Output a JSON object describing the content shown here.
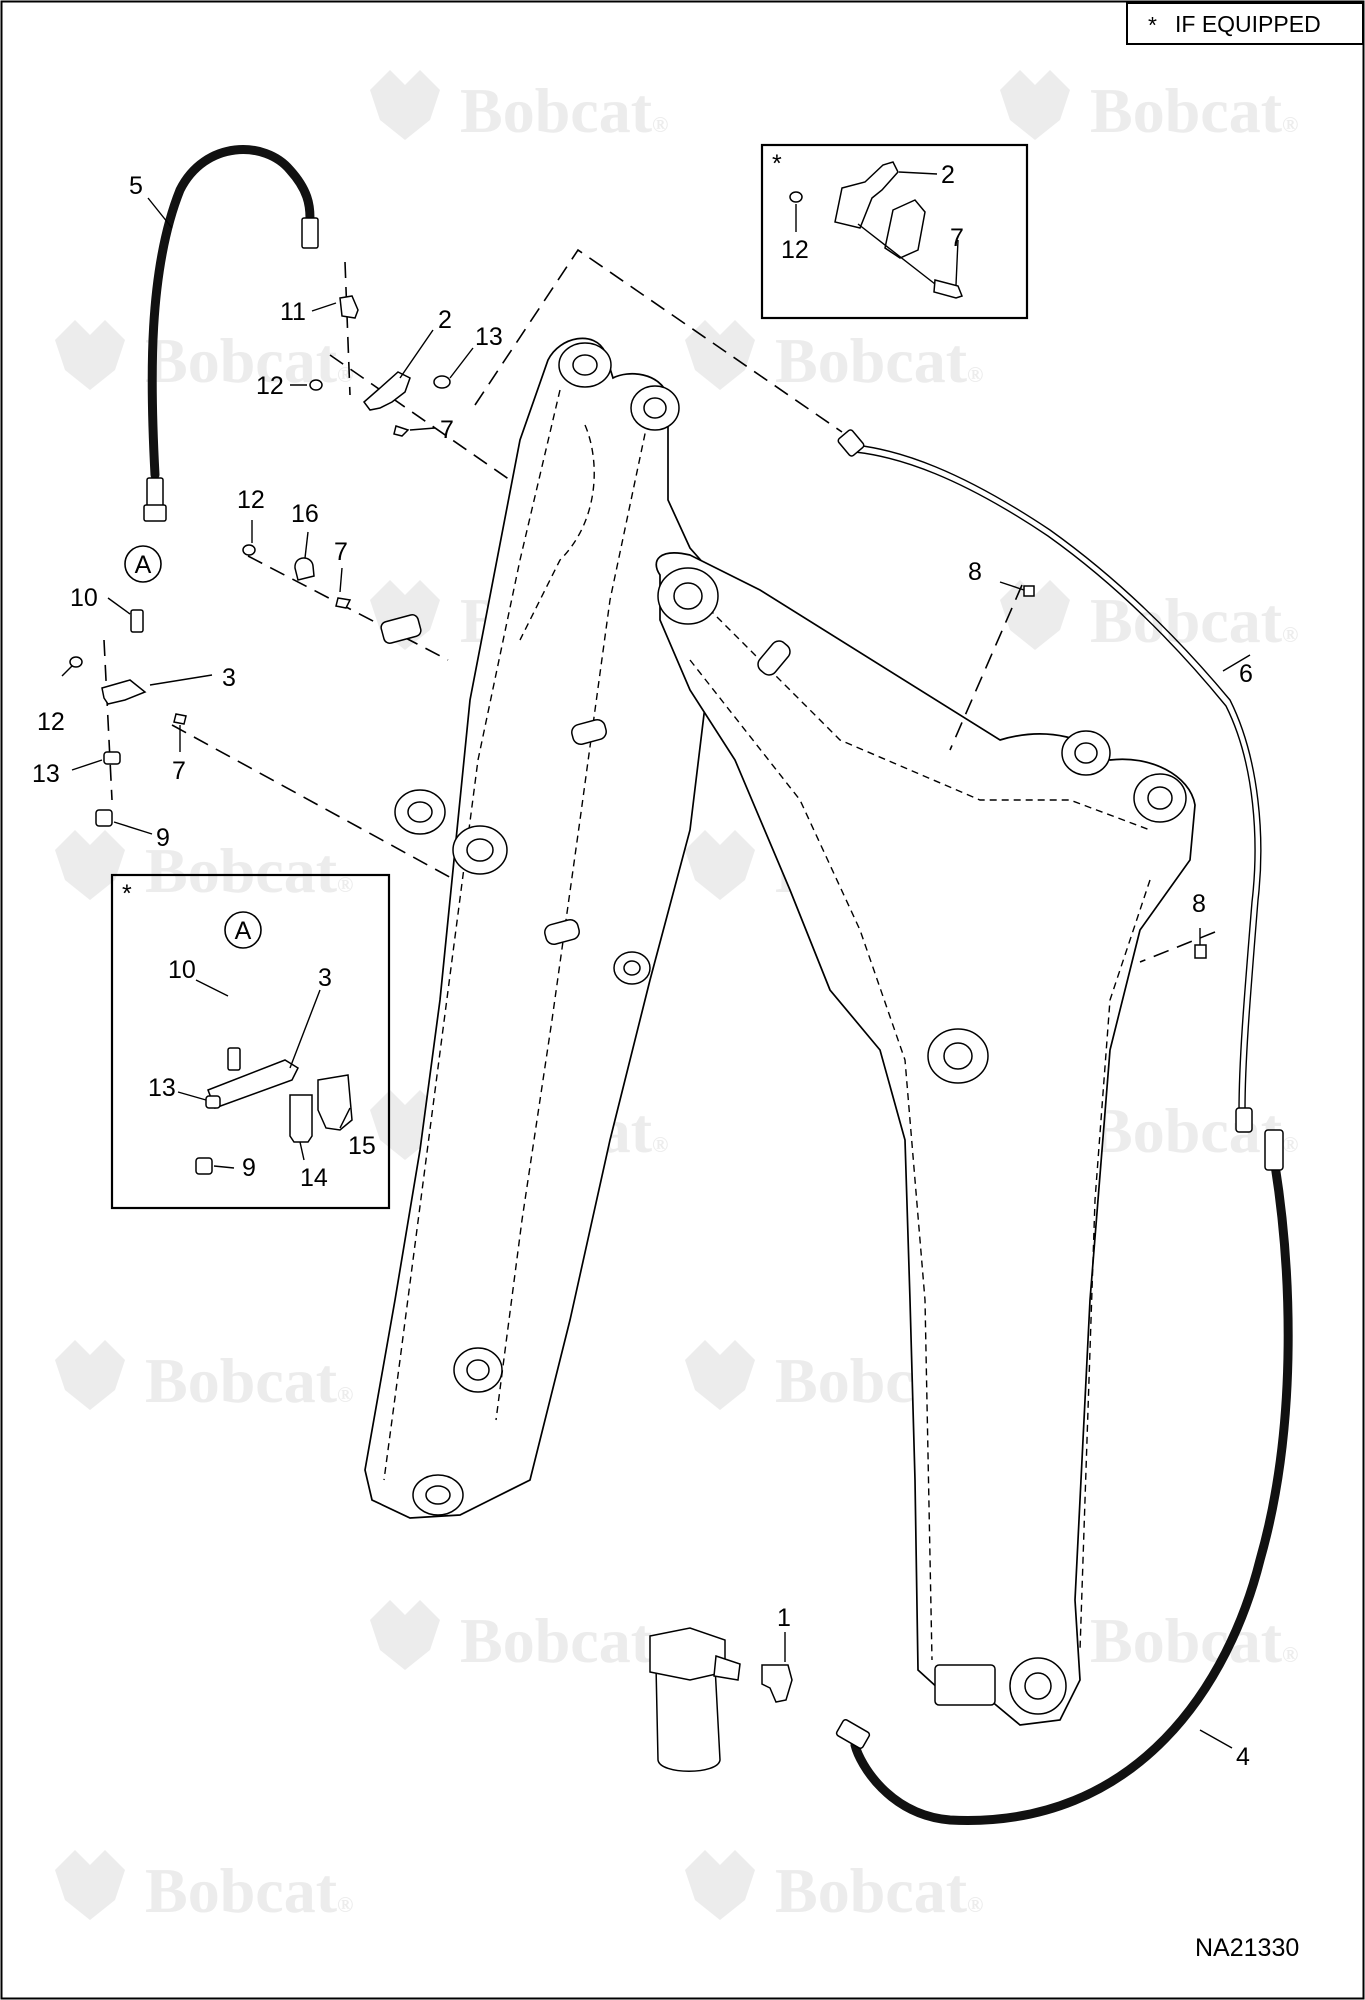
{
  "note": {
    "symbol": "*",
    "text": "IF EQUIPPED"
  },
  "drawing_code": "NA21330",
  "watermark": "Bobcat",
  "watermark_mark": "®",
  "callouts": {
    "c1": "1",
    "c2a": "2",
    "c2b": "2",
    "c3a": "3",
    "c3b": "3",
    "c4": "4",
    "c5": "5",
    "c6": "6",
    "c7a": "7",
    "c7b": "7",
    "c7c": "7",
    "c7d": "7",
    "c8a": "8",
    "c8b": "8",
    "c9a": "9",
    "c9b": "9",
    "c10a": "10",
    "c10b": "10",
    "c11": "11",
    "c12a": "12",
    "c12b": "12",
    "c12c": "12",
    "c12d": "12",
    "c13a": "13",
    "c13b": "13",
    "c13c": "13",
    "c14": "14",
    "c15": "15",
    "c16": "16"
  },
  "detail_ref": {
    "a1": "A",
    "a2": "A"
  },
  "inset_star": {
    "top": "*",
    "left": "*"
  },
  "colors": {
    "line": "#000000",
    "hose": "#111111",
    "watermark": "#ececec"
  }
}
